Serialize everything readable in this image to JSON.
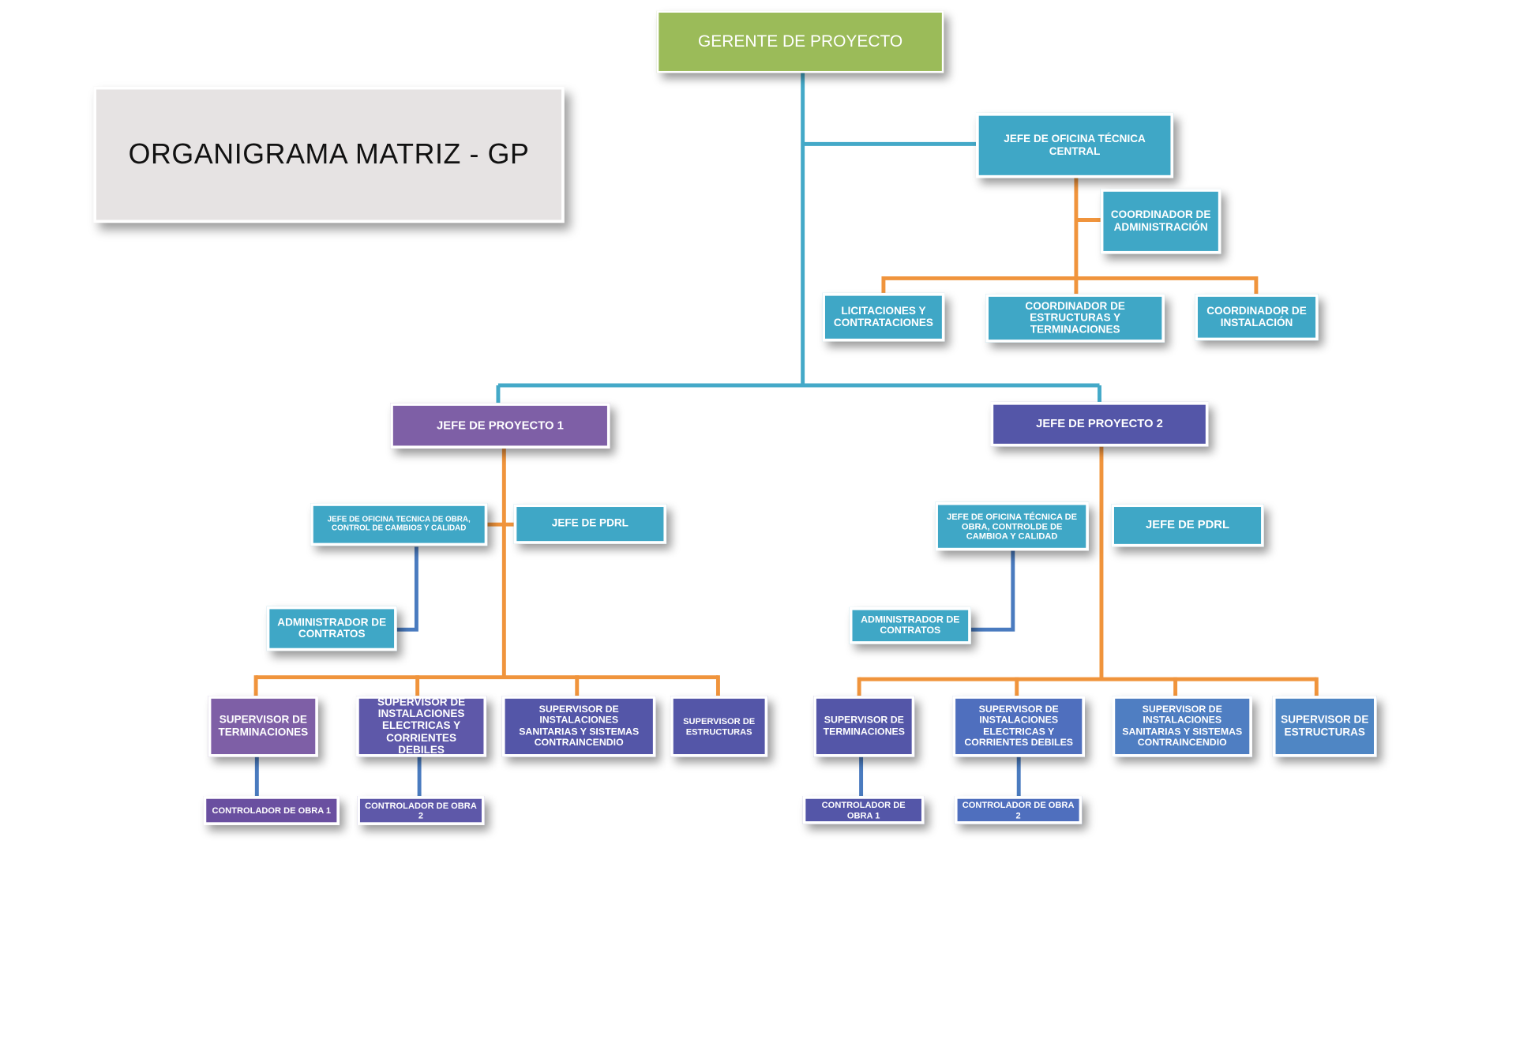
{
  "title": "ORGANIGRAMA MATRIZ - GP",
  "colors": {
    "green": "#9bbb59",
    "teal": "#3fa7c6",
    "purple": "#7e5fa6",
    "indigo": "#5456a8",
    "blue": "#4f7ec2",
    "line_teal": "#44a9c8",
    "line_orange": "#f0943c",
    "line_blue": "#4a7bbf",
    "title_bg": "#e6e3e3"
  },
  "nodes": {
    "gerente": "GERENTE DE PROYECTO",
    "jefe_oficina_central": "JEFE DE OFICINA TÉCNICA CENTRAL",
    "coord_admin": "COORDINADOR DE ADMINISTRACIÓN",
    "licitaciones": "LICITACIONES Y CONTRATACIONES",
    "coord_estructuras": "COORDINADOR DE ESTRUCTURAS Y TERMINACIONES",
    "coord_instalacion": "COORDINADOR DE INSTALACIÓN",
    "jefe_proyecto_1": "JEFE DE PROYECTO 1",
    "jefe_proyecto_2": "JEFE DE PROYECTO 2",
    "p1_jefe_oficina": "JEFE DE OFICINA TECNICA DE OBRA, CONTROL DE CAMBIOS Y CALIDAD",
    "p1_jefe_pdrl": "JEFE DE PDRL",
    "p1_admin_contratos": "ADMINISTRADOR DE CONTRATOS",
    "p2_jefe_oficina": "JEFE DE OFICINA TÉCNICA DE OBRA, CONTROLDE DE CAMBIOA Y CALIDAD",
    "p2_jefe_pdrl": "JEFE DE PDRL",
    "p2_admin_contratos": "ADMINISTRADOR DE CONTRATOS",
    "p1_sup_terminaciones": "SUPERVISOR DE TERMINACIONES",
    "p1_sup_electricas": "SUPERVISOR DE INSTALACIONES ELECTRICAS Y CORRIENTES DEBILES",
    "p1_sup_sanitarias": "SUPERVISOR DE INSTALACIONES SANITARIAS Y SISTEMAS CONTRAINCENDIO",
    "p1_sup_estructuras": "SUPERVISOR DE ESTRUCTURAS",
    "p2_sup_terminaciones": "SUPERVISOR DE TERMINACIONES",
    "p2_sup_electricas": "SUPERVISOR DE INSTALACIONES ELECTRICAS Y CORRIENTES DEBILES",
    "p2_sup_sanitarias": "SUPERVISOR DE INSTALACIONES SANITARIAS Y SISTEMAS CONTRAINCENDIO",
    "p2_sup_estructuras": "SUPERVISOR DE ESTRUCTURAS",
    "p1_controlador_1": "CONTROLADOR DE OBRA 1",
    "p1_controlador_2": "CONTROLADOR DE OBRA 2",
    "p2_controlador_1": "CONTROLADOR DE OBRA 1",
    "p2_controlador_2": "CONTROLADOR DE OBRA 2"
  }
}
